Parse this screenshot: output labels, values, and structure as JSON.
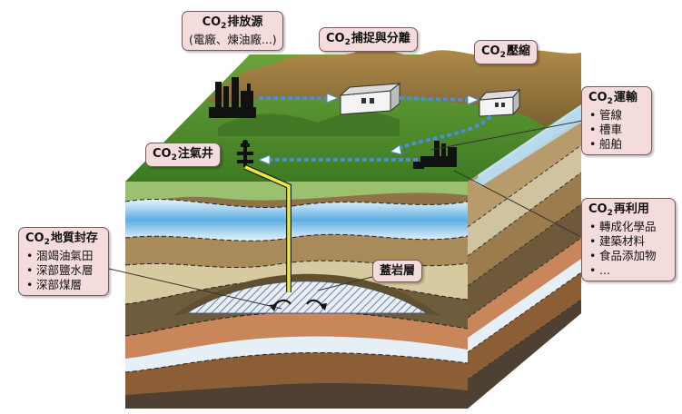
{
  "labels": {
    "source": {
      "prefix": "CO",
      "subscript": "2",
      "title": "排放源",
      "subtitle": "(電廠、煉油廠...)"
    },
    "capture": {
      "prefix": "CO",
      "subscript": "2",
      "title": "捕捉與分離"
    },
    "compression": {
      "prefix": "CO",
      "subscript": "2",
      "title": "壓縮"
    },
    "transport": {
      "prefix": "CO",
      "subscript": "2",
      "title": "運輸",
      "items": [
        "管線",
        "槽車",
        "船舶"
      ]
    },
    "injection": {
      "prefix": "CO",
      "subscript": "2",
      "title": "注氣井"
    },
    "reuse": {
      "prefix": "CO",
      "subscript": "2",
      "title": "再利用",
      "items": [
        "轉成化學品",
        "建築材料",
        "食品添加物",
        "..."
      ]
    },
    "storage": {
      "prefix": "CO",
      "subscript": "2",
      "title": "地質封存",
      "items": [
        "涸竭油氣田",
        "深部鹽水層",
        "深部煤層"
      ]
    },
    "caprock": {
      "title": "蓋岩層"
    }
  },
  "colors": {
    "label_bg": "#f4dcdc",
    "label_border": "#7a5a5a",
    "grass": "#4e8a2a",
    "mountain": "#9a7a3e",
    "water_layer": "#6fb7e6",
    "pipe": "#e8e84a",
    "flow_arrow": "#4a8fd0"
  }
}
